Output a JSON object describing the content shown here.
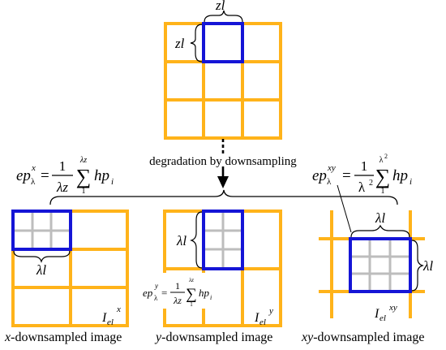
{
  "top_grid": {
    "label_top": "zl",
    "label_left": "zl"
  },
  "flow": {
    "arrow_label": "degradation by downsampling"
  },
  "formulas": {
    "x": {
      "lhs": "ep",
      "sup": "x",
      "sub": "λ",
      "frac_num": "1",
      "frac_den": "λz",
      "sum_top": "λz",
      "sum_bot": "1",
      "term": "hp",
      "term_sub": "i"
    },
    "y": {
      "lhs": "ep",
      "sup": "y",
      "sub": "λ",
      "frac_num": "1",
      "frac_den": "λz",
      "sum_top": "λz",
      "sum_bot": "1",
      "term": "hp",
      "term_sub": "i"
    },
    "xy": {
      "lhs": "ep",
      "sup": "xy",
      "sub": "λ",
      "frac_num": "1",
      "frac_den": "λ",
      "frac_den_sup": "2",
      "sum_top": "λ",
      "sum_top_sup": "2",
      "sum_bot": "1",
      "term": "hp",
      "term_sub": "i"
    }
  },
  "panels": {
    "x": {
      "brace_label": "λl",
      "image_label": "I",
      "image_sub": "el",
      "image_sup": "x",
      "caption_var": "x",
      "caption_rest": "-downsampled image"
    },
    "y": {
      "brace_label": "λl",
      "image_label": "I",
      "image_sub": "el",
      "image_sup": "y",
      "caption_var": "y",
      "caption_rest": "-downsampled image"
    },
    "xy": {
      "brace_top_label": "λl",
      "brace_right_label": "λl",
      "image_label": "I",
      "image_sub": "el",
      "image_sup": "xy",
      "caption_var": "xy",
      "caption_rest": "-downsampled image"
    }
  },
  "colors": {
    "grid": "#FFB31A",
    "highlight": "#1515D6",
    "subgrid": "#BDBDBD",
    "ink": "#000000"
  }
}
